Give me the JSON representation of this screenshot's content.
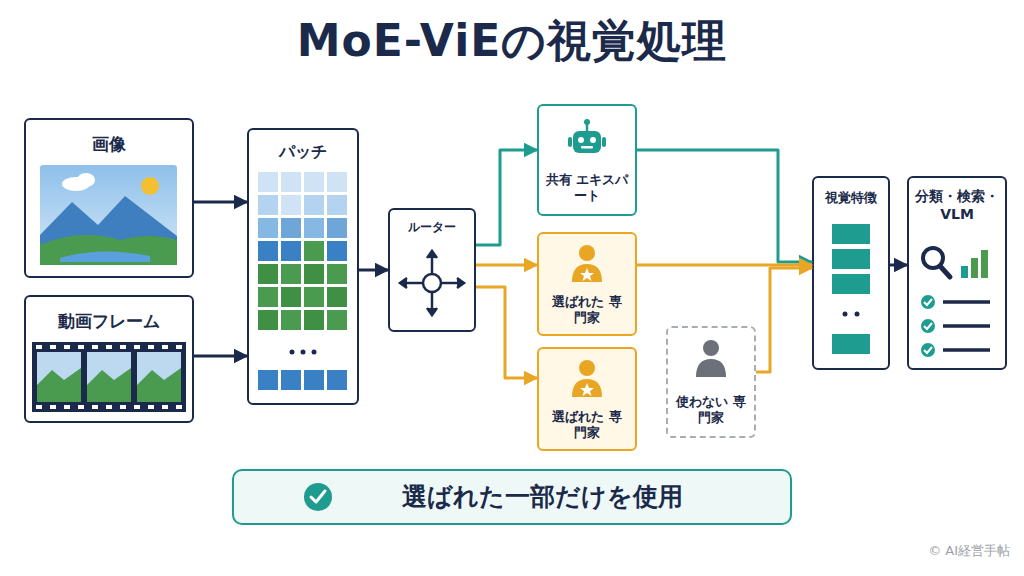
{
  "diagram": {
    "title": "MoE-ViEの視覚処理",
    "nodes": [
      {
        "text": [
          "画像"
        ]
      },
      {
        "text": [
          "動画フレーム"
        ]
      },
      {
        "text": [
          "パッチ"
        ]
      },
      {
        "text": [
          "ルーター"
        ]
      },
      {
        "text": [
          "共有 エキスパート"
        ]
      },
      {
        "text": [
          "選ばれた 専門家"
        ]
      },
      {
        "text": [
          "選ばれた 専門家"
        ]
      },
      {
        "text": [
          "使わない 専門家"
        ]
      },
      {
        "text": [
          "視覚特徴"
        ]
      },
      {
        "text": [
          "分類・検索・ VLM"
        ]
      },
      {
        "text": [
          "選ばれた一部だけを使用"
        ]
      }
    ],
    "edges": [
      {
        "from": 0,
        "to": 2,
        "arrow": "to"
      },
      {
        "from": 1,
        "to": 2,
        "arrow": "to"
      },
      {
        "from": 2,
        "to": 3,
        "arrow": "to"
      },
      {
        "from": 3,
        "to": 4,
        "arrow": "to"
      },
      {
        "from": 3,
        "to": 5,
        "arrow": "to"
      },
      {
        "from": 3,
        "to": 6,
        "arrow": "to"
      },
      {
        "from": 4,
        "to": 8,
        "arrow": "to"
      },
      {
        "from": 5,
        "to": 8,
        "arrow": "to"
      },
      {
        "from": 7,
        "to": 8,
        "arrow": "to"
      },
      {
        "from": 8,
        "to": 9,
        "arrow": "to"
      }
    ],
    "labels": [
      "© AI経営手帖"
    ]
  }
}
